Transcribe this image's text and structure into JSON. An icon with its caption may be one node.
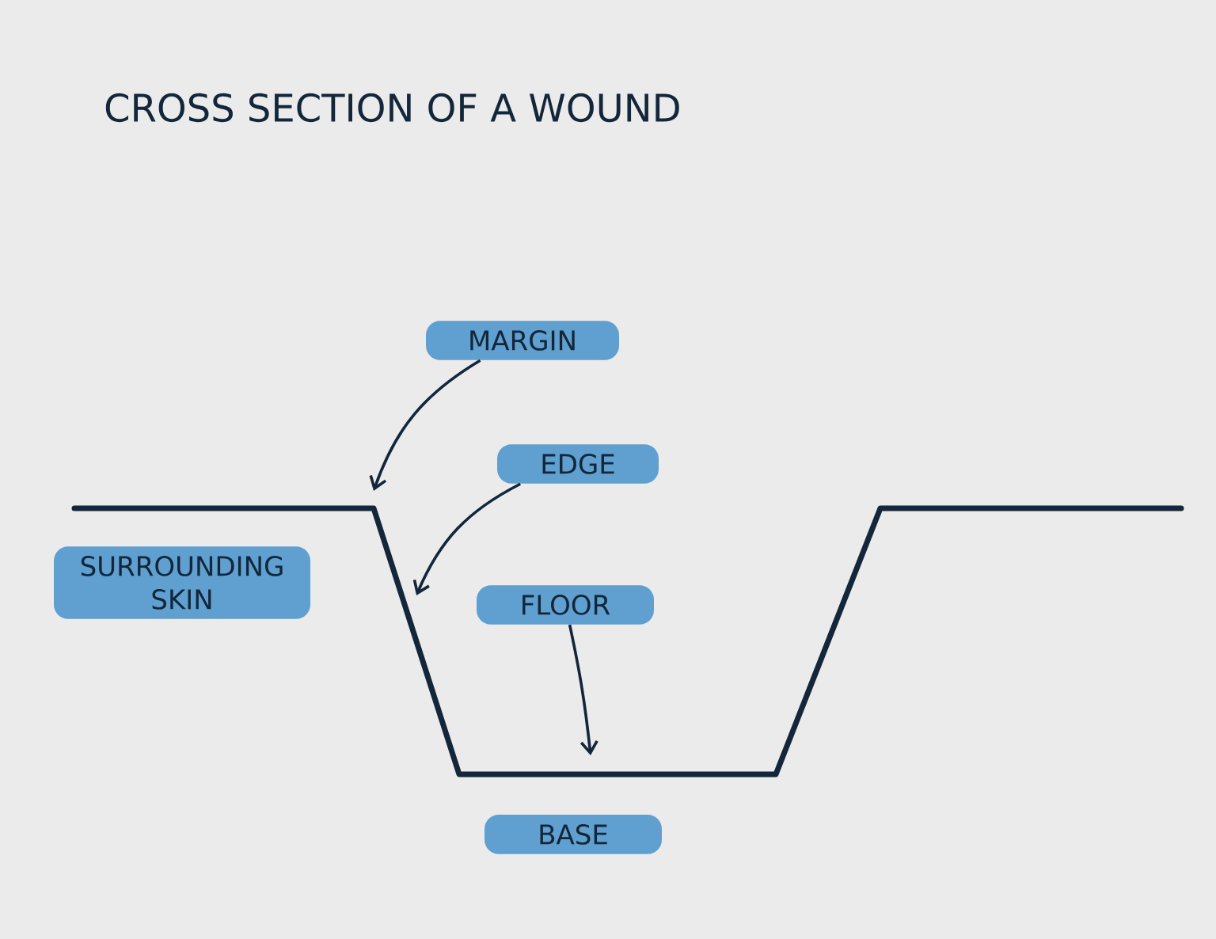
{
  "diagram": {
    "title": "CROSS SECTION OF A WOUND",
    "nodes": [
      {
        "text": [
          "MARGIN"
        ]
      },
      {
        "text": [
          "EDGE"
        ]
      },
      {
        "text": [
          "FLOOR"
        ]
      },
      {
        "text": [
          "SURROUNDING SKIN"
        ]
      },
      {
        "text": [
          "BASE"
        ]
      }
    ],
    "edges": [
      {
        "from": 0,
        "to": null,
        "arrow": "to"
      },
      {
        "from": 1,
        "to": null,
        "arrow": "to"
      },
      {
        "from": 2,
        "to": null,
        "arrow": "to"
      }
    ]
  }
}
